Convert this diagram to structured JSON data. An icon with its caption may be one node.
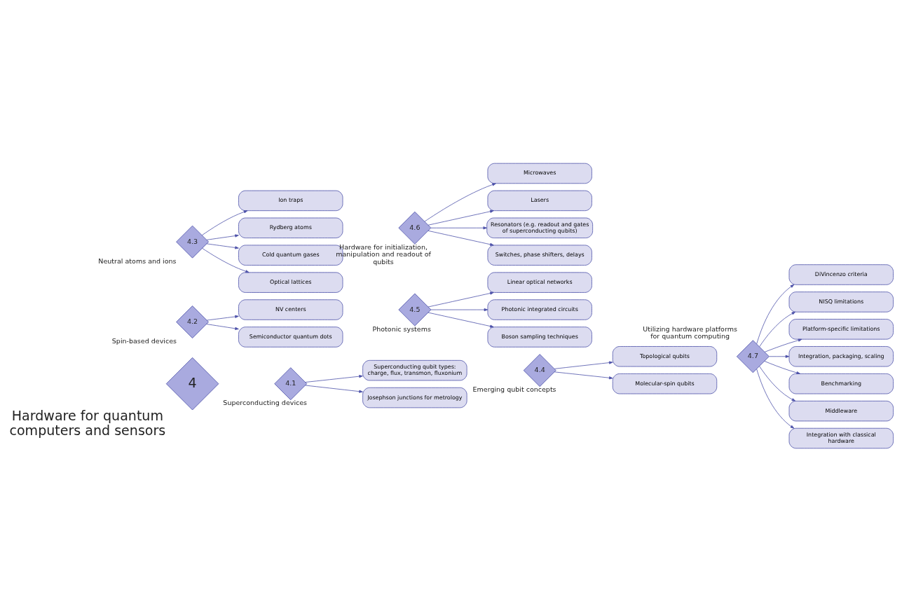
{
  "diagram": {
    "nodes": [
      {
        "text": [
          "4"
        ],
        "beside": [
          "Hardware for quantum computers and sensors"
        ]
      },
      {
        "text": [
          "4.1"
        ],
        "beside": [
          "Superconducting devices"
        ]
      },
      {
        "text": [
          "Superconducting qubit types: charge, flux, transmon, fluxonium"
        ]
      },
      {
        "text": [
          "Josephson junctions for metrology"
        ]
      },
      {
        "text": [
          "4.2"
        ],
        "beside": [
          "Spin-based devices"
        ]
      },
      {
        "text": [
          "NV centers"
        ]
      },
      {
        "text": [
          "Semiconductor quantum dots"
        ]
      },
      {
        "text": [
          "4.3"
        ],
        "beside": [
          "Neutral atoms and ions"
        ]
      },
      {
        "text": [
          "Ion traps"
        ]
      },
      {
        "text": [
          "Rydberg atoms"
        ]
      },
      {
        "text": [
          "Cold quantum gases"
        ]
      },
      {
        "text": [
          "Optical lattices"
        ]
      },
      {
        "text": [
          "4.4"
        ],
        "beside": [
          "Emerging qubit concepts"
        ]
      },
      {
        "text": [
          "Topological qubits"
        ]
      },
      {
        "text": [
          "Molecular-spin qubits"
        ]
      },
      {
        "text": [
          "4.5"
        ],
        "beside": [
          "Photonic systems"
        ]
      },
      {
        "text": [
          "Linear optical networks"
        ]
      },
      {
        "text": [
          "Photonic integrated circuits"
        ]
      },
      {
        "text": [
          "Boson sampling techniques"
        ]
      },
      {
        "text": [
          "4.6"
        ],
        "beside": [
          "Hardware for initialization, manipulation and readout of qubits"
        ]
      },
      {
        "text": [
          "Microwaves"
        ]
      },
      {
        "text": [
          "Lasers"
        ]
      },
      {
        "text": [
          "Resonators (e.g. readout and gates of superconducting qubits)"
        ]
      },
      {
        "text": [
          "Switches, phase shifters, delays"
        ]
      },
      {
        "text": [
          "4.7"
        ],
        "beside": [
          "Utilizing hardware platforms for quantum computing"
        ]
      },
      {
        "text": [
          "DiVincenzo criteria"
        ]
      },
      {
        "text": [
          "NISQ limitations"
        ]
      },
      {
        "text": [
          "Platform-specific limitations"
        ]
      },
      {
        "text": [
          "Integration, packaging, scaling"
        ]
      },
      {
        "text": [
          "Benchmarking"
        ]
      },
      {
        "text": [
          "Middleware"
        ]
      },
      {
        "text": [
          "Integration with classical hardware"
        ]
      }
    ],
    "edges": [
      {
        "from": 1,
        "to": 2,
        "arrow": "to"
      },
      {
        "from": 1,
        "to": 3,
        "arrow": "to"
      },
      {
        "from": 4,
        "to": 5,
        "arrow": "to"
      },
      {
        "from": 4,
        "to": 6,
        "arrow": "to"
      },
      {
        "from": 7,
        "to": 8,
        "arrow": "to"
      },
      {
        "from": 7,
        "to": 9,
        "arrow": "to"
      },
      {
        "from": 7,
        "to": 10,
        "arrow": "to"
      },
      {
        "from": 7,
        "to": 11,
        "arrow": "to"
      },
      {
        "from": 12,
        "to": 13,
        "arrow": "to"
      },
      {
        "from": 12,
        "to": 14,
        "arrow": "to"
      },
      {
        "from": 15,
        "to": 16,
        "arrow": "to"
      },
      {
        "from": 15,
        "to": 17,
        "arrow": "to"
      },
      {
        "from": 15,
        "to": 18,
        "arrow": "to"
      },
      {
        "from": 19,
        "to": 20,
        "arrow": "to"
      },
      {
        "from": 19,
        "to": 21,
        "arrow": "to"
      },
      {
        "from": 19,
        "to": 22,
        "arrow": "to"
      },
      {
        "from": 19,
        "to": 23,
        "arrow": "to"
      },
      {
        "from": 24,
        "to": 25,
        "arrow": "to"
      },
      {
        "from": 24,
        "to": 26,
        "arrow": "to"
      },
      {
        "from": 24,
        "to": 27,
        "arrow": "to"
      },
      {
        "from": 24,
        "to": 28,
        "arrow": "to"
      },
      {
        "from": 24,
        "to": 29,
        "arrow": "to"
      },
      {
        "from": 24,
        "to": 30,
        "arrow": "to"
      },
      {
        "from": 24,
        "to": 31,
        "arrow": "to"
      }
    ]
  }
}
